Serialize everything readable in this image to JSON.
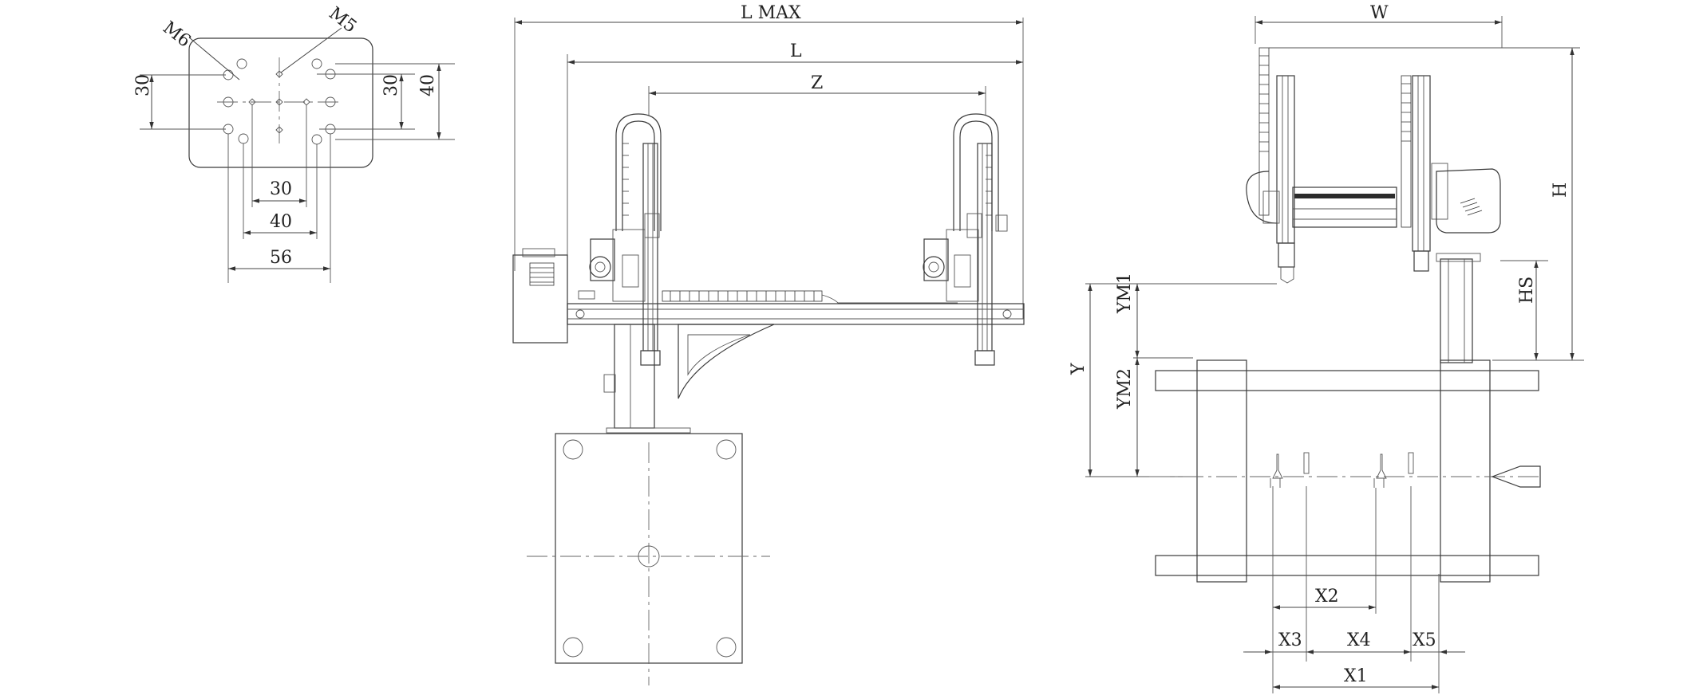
{
  "colors": {
    "line": "#3a3a3a",
    "background": "#ffffff"
  },
  "flange_view": {
    "thread_m6": "M6",
    "thread_m5": "M5",
    "dim_left_30": "30",
    "dim_right_30": "30",
    "dim_right_40": "40",
    "dim_bottom_30": "30",
    "dim_bottom_40": "40",
    "dim_bottom_56": "56"
  },
  "front_view": {
    "dim_lmax": "L  MAX",
    "dim_l": "L",
    "dim_z": "Z"
  },
  "side_view": {
    "dim_w": "W",
    "dim_h": "H",
    "dim_hs": "HS",
    "dim_y": "Y",
    "dim_ym1": "YM1",
    "dim_ym2": "YM2",
    "dim_x1": "X1",
    "dim_x2": "X2",
    "dim_x3": "X3",
    "dim_x4": "X4",
    "dim_x5": "X5"
  }
}
